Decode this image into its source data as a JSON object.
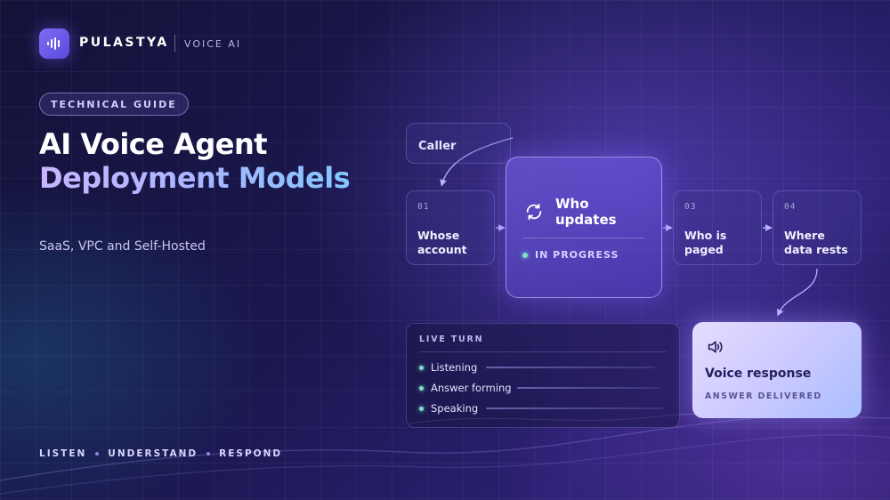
{
  "brand": {
    "name": "PULASTYA",
    "tag": "VOICE AI"
  },
  "hero": {
    "pill": "TECHNICAL GUIDE",
    "title_line1": "AI Voice Agent",
    "title_line2": "Deployment Models",
    "subtitle": "SaaS, VPC and Self-Hosted"
  },
  "tagline": [
    "LISTEN",
    "UNDERSTAND",
    "RESPOND"
  ],
  "flow": {
    "caller": "Caller",
    "steps": [
      {
        "num": "01",
        "label": "Whose account"
      },
      {
        "label": "Who updates",
        "status": "IN PROGRESS"
      },
      {
        "num": "03",
        "label": "Who is paged"
      },
      {
        "num": "04",
        "label": "Where data rests"
      }
    ]
  },
  "live_turn": {
    "header": "LIVE TURN",
    "items": [
      "Listening",
      "Answer forming",
      "Speaking"
    ]
  },
  "voice_response": {
    "title": "Voice response",
    "status": "ANSWER DELIVERED"
  },
  "icons": {
    "logo": "waveform-icon",
    "main_step": "refresh-icon",
    "voice": "speaker-icon"
  },
  "colors": {
    "accent": "#7d6cf2",
    "status_dot": "#7ee0c8",
    "background": "#1b1850"
  }
}
